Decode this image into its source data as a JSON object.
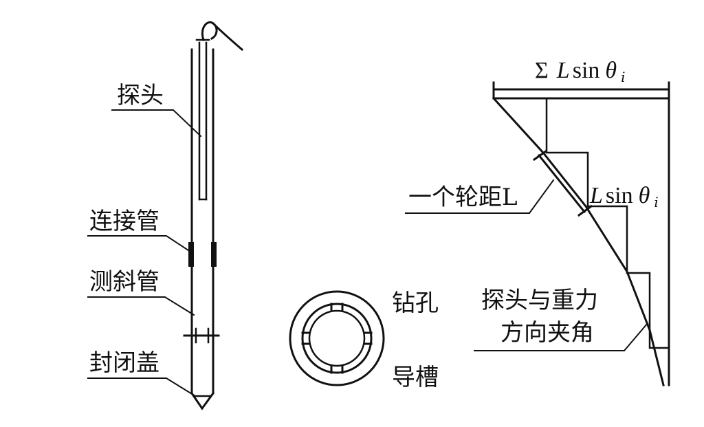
{
  "labels": {
    "probe": "探头",
    "connector_pipe": "连接管",
    "inclinometer_pipe": "测斜管",
    "end_cap": "封闭盖",
    "borehole": "钻孔",
    "guide_groove": "导槽",
    "wheelbase": "一个轮距L",
    "angle": "探头与重力",
    "angle_line2": "方向夹角"
  },
  "formula": {
    "sigma": "Σ",
    "top_L": "L",
    "top_sin": "sin",
    "top_theta": "θ",
    "top_sub": "i",
    "mid_L": "L",
    "mid_sin": "sin",
    "mid_theta": "θ",
    "mid_sub": "i"
  }
}
